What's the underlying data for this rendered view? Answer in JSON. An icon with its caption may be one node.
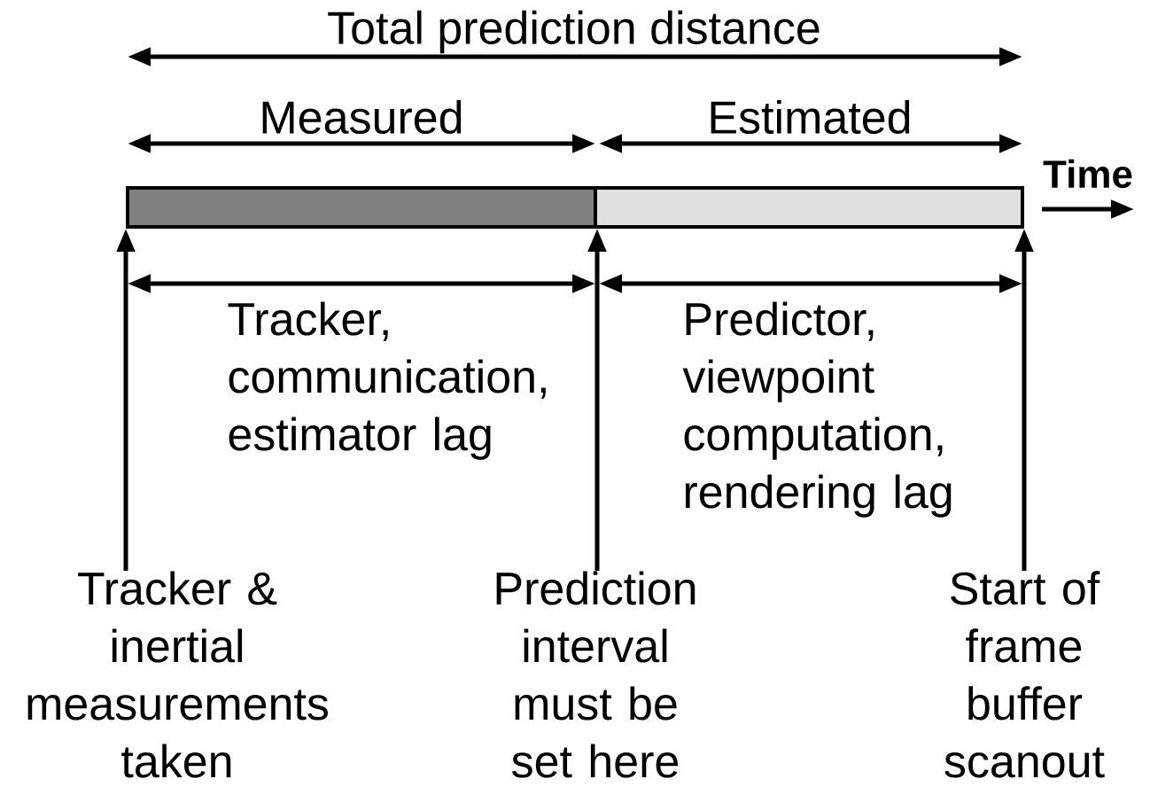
{
  "diagram": {
    "nodes": [
      {
        "text": [],
        "shape": "bar"
      },
      {
        "text": [],
        "shape": "bar"
      },
      {
        "text": [
          "Tracker & inertial measurements taken"
        ]
      },
      {
        "text": [
          "Prediction interval must be set here"
        ]
      },
      {
        "text": [
          "Start of frame buffer scanout"
        ]
      }
    ],
    "edges": [
      {
        "from": 2,
        "to": 0,
        "arrow": "to"
      },
      {
        "from": 3,
        "to": 0,
        "arrow": "to"
      },
      {
        "from": 4,
        "to": 1,
        "arrow": "to"
      }
    ],
    "labels": [
      "Total prediction distance",
      "Measured",
      "Estimated",
      "Time",
      "Tracker, communication, estimator lag",
      "Predictor, viewpoint computation, rendering lag"
    ]
  }
}
